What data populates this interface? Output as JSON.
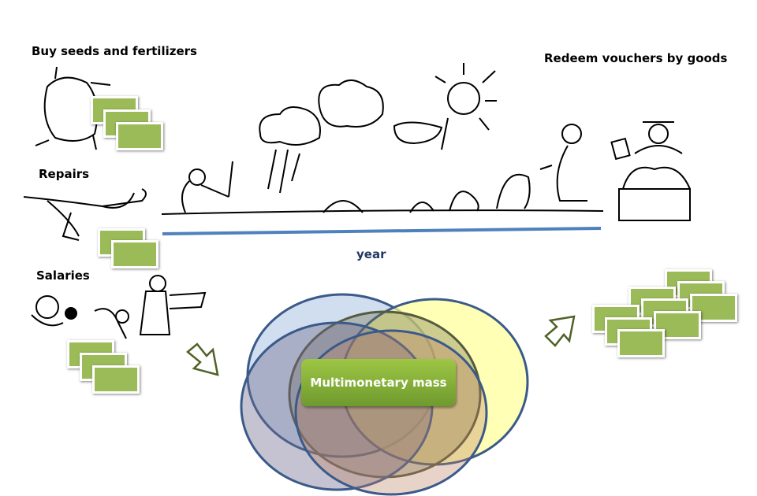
{
  "labels": {
    "buy": "Buy seeds and fertilizers",
    "repairs": "Repairs",
    "salaries": "Salaries",
    "redeem": "Redeem vouchers by goods",
    "year": "year",
    "center": "Multimonetary mass"
  },
  "colors": {
    "voucher": "#9bbb59",
    "timeline": "#4f81bd",
    "arrow": "#4f6228",
    "ellipse_stroke": "#3a5a8a"
  }
}
